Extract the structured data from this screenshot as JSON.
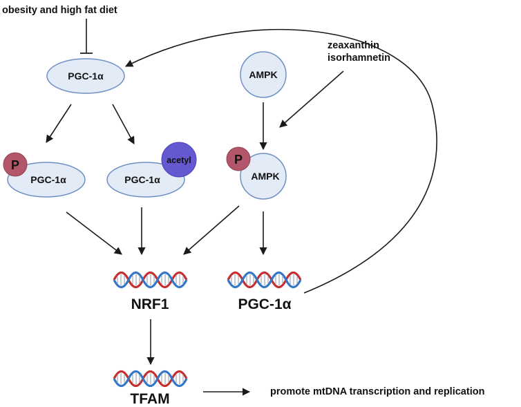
{
  "top_labels": {
    "stimulus": "obesity and high fat diet",
    "compounds_line1": "zeaxanthin",
    "compounds_line2": "isorhamnetin"
  },
  "nodes": {
    "pgc1a_top": "PGC-1α",
    "ampk_top": "AMPK",
    "pgc1a_phospho": "PGC-1α",
    "pgc1a_acetyl": "PGC-1α",
    "ampk_phospho": "AMPK"
  },
  "modifications": {
    "phospho_1": "P",
    "acetyl": "acetyl",
    "phospho_2": "P"
  },
  "genes": {
    "nrf1": "NRF1",
    "pgc1a": "PGC-1α",
    "tfam": "TFAM"
  },
  "outcome": "promote mtDNA transcription and replication",
  "colors": {
    "node_fill": "#e3ebf7",
    "node_stroke": "#6f8fc4",
    "phospho": "#b3566a",
    "acetyl": "#6459d1",
    "dna_red": "#c62f2f",
    "dna_blue": "#3476c8"
  }
}
